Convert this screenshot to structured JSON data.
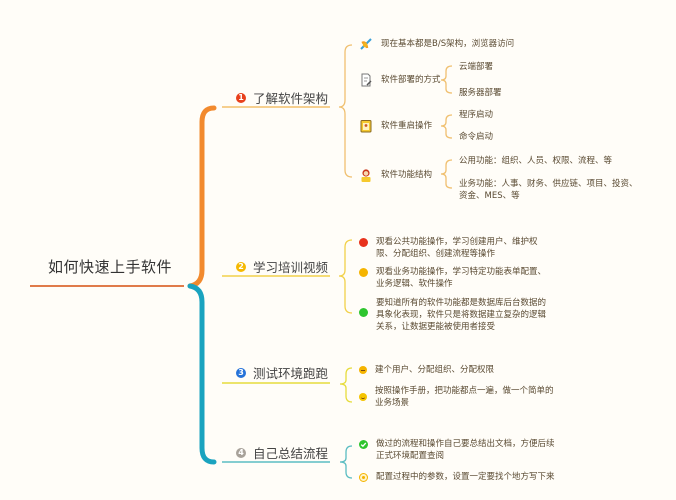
{
  "root": {
    "label": "如何快速上手软件",
    "underline_color": "#e07b4a"
  },
  "brackets": {
    "top_color": "#f28a2e",
    "bottom_color": "#1aa3bf"
  },
  "branches": [
    {
      "number": "1",
      "label": "了解软件架构",
      "badge_color": "#e8401c",
      "line_color": "#f4c06a",
      "items": [
        {
          "icon": "dna-icon",
          "label": "现在基本都是B/S架构，浏览器访问"
        },
        {
          "icon": "document-edit-icon",
          "label": "软件部署的方式",
          "children": [
            "云端部署",
            "服务器部署"
          ]
        },
        {
          "icon": "clipboard-icon",
          "label": "软件重启操作",
          "children": [
            "程序启动",
            "命令启动"
          ]
        },
        {
          "icon": "person-icon",
          "label": "软件功能结构",
          "children": [
            "公用功能：组织、人员、权限、流程、等",
            "业务功能：人事、财务、供应链、项目、投资、资金、MES、等"
          ]
        }
      ]
    },
    {
      "number": "2",
      "label": "学习培训视频",
      "badge_color": "#f5b800",
      "line_color": "#f2d14a",
      "items": [
        {
          "icon": "red-dot-icon",
          "color": "#e8321c",
          "label": "观看公共功能操作，学习创建用户、维护权限、分配组织、创建流程等操作"
        },
        {
          "icon": "orange-dot-icon",
          "color": "#f5b400",
          "label": "观看业务功能操作，学习特定功能表单配置、业务逻辑、软件操作"
        },
        {
          "icon": "green-dot-icon",
          "color": "#2ec52e",
          "label": "要知道所有的软件功能都是数据库后台数据的具象化表现，软件只是将数据建立复杂的逻辑关系，让数据更能被使用者接受"
        }
      ]
    },
    {
      "number": "3",
      "label": "测试环境跑跑",
      "badge_color": "#2673d9",
      "line_color": "#e6dc3c",
      "items": [
        {
          "icon": "face-neutral-icon",
          "color": "#f5b400",
          "label": "建个用户、分配组织、分配权限"
        },
        {
          "icon": "face-smile-icon",
          "color": "#f5c400",
          "label": "按照操作手册，把功能都点一遍，做一个简单的业务场景"
        }
      ]
    },
    {
      "number": "4",
      "label": "自己总结流程",
      "badge_color": "#a8a29a",
      "line_color": "#5bbdc2",
      "items": [
        {
          "icon": "check-circle-icon",
          "color": "#2ec52e",
          "label": "做过的流程和操作自己要总结出文档，方便后续正式环境配置查阅"
        },
        {
          "icon": "target-circle-icon",
          "color": "#f5b400",
          "label": "配置过程中的参数，设置一定要找个地方写下来"
        }
      ]
    }
  ]
}
